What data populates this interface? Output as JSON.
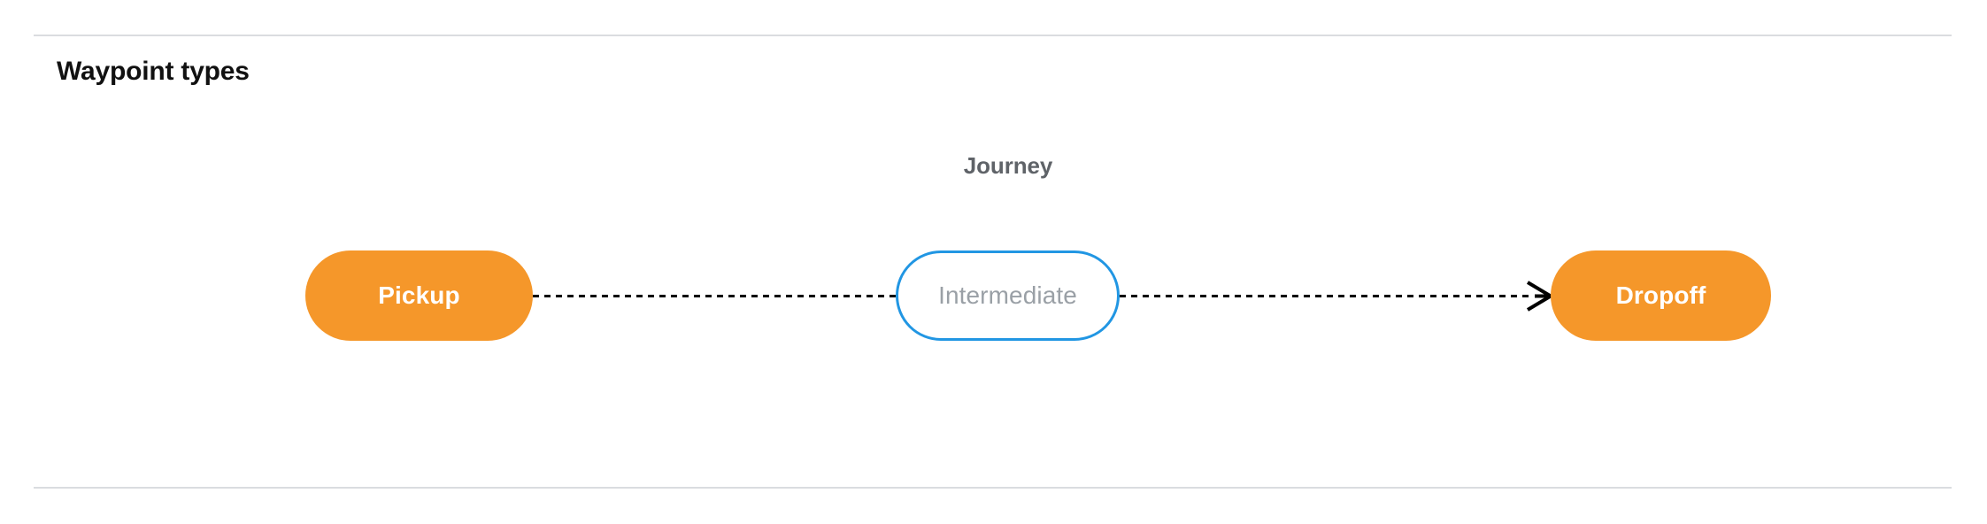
{
  "section": {
    "title": "Waypoint types"
  },
  "diagram": {
    "group_label": "Journey",
    "nodes": [
      {
        "id": "pickup",
        "label": "Pickup",
        "style": "filled",
        "color": "#f5972a",
        "text_color": "#ffffff"
      },
      {
        "id": "intermediate",
        "label": "Intermediate",
        "style": "outlined",
        "color": "#2196e3",
        "text_color": "#9aa0a6"
      },
      {
        "id": "dropoff",
        "label": "Dropoff",
        "style": "filled",
        "color": "#f5972a",
        "text_color": "#ffffff"
      }
    ],
    "connectors": [
      {
        "id": "pickup-to-intermediate",
        "from": "pickup",
        "to": "intermediate",
        "line": "dashed",
        "arrow": false
      },
      {
        "id": "intermediate-to-dropoff",
        "from": "intermediate",
        "to": "dropoff",
        "line": "dashed",
        "arrow": true
      }
    ],
    "arrow_icon": "arrow-right-icon"
  },
  "colors": {
    "accent_orange": "#f5972a",
    "accent_blue": "#2196e3",
    "muted_text": "#9aa0a6",
    "label_gray": "#5f6368",
    "divider": "#dadce0",
    "background": "#ffffff"
  }
}
